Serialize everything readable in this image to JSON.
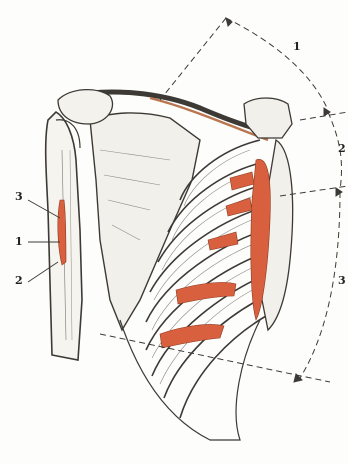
{
  "labels": {
    "left_top": "3",
    "left_middle": "1",
    "left_bottom": "2",
    "right_top": "1",
    "right_middle": "2",
    "right_bottom": "3"
  },
  "colors": {
    "muscle": "#d9603f",
    "bone_outline": "#3d3a36",
    "shading": "#8a8781",
    "paper": "#fdfdfb"
  }
}
